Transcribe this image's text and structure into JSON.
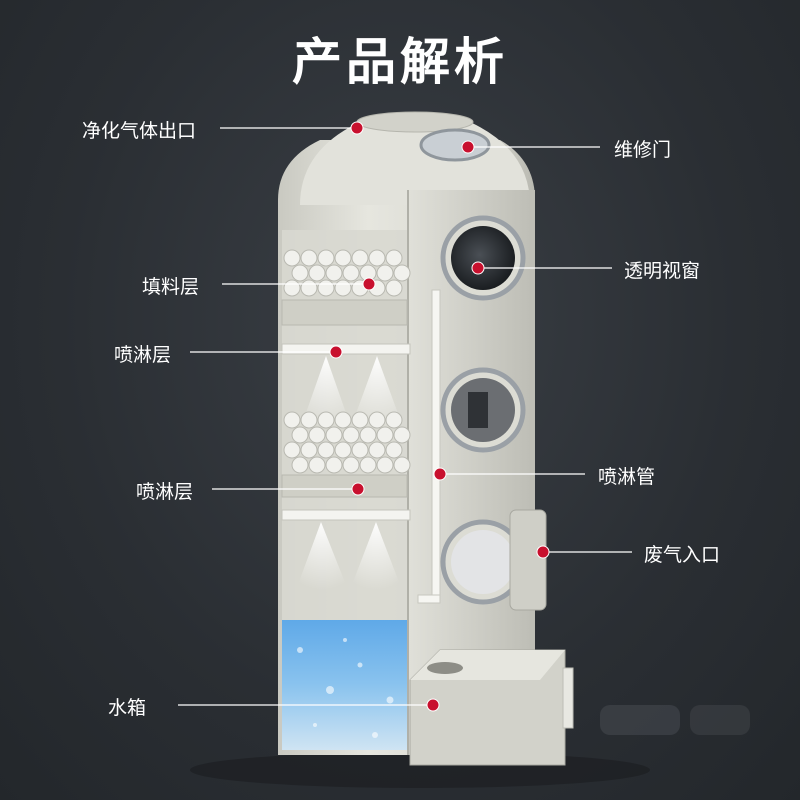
{
  "title": "产品解析",
  "labels": {
    "clean_gas_outlet": "净化气体出口",
    "maintenance_door": "维修门",
    "packing_layer": "填料层",
    "transparent_window": "透明视窗",
    "spray_layer_1": "喷淋层",
    "spray_layer_2": "喷淋层",
    "spray_pipe": "喷淋管",
    "exhaust_inlet": "废气入口",
    "water_tank": "水箱"
  },
  "colors": {
    "background": "#2a2e33",
    "tower_body": "#dcdcd4",
    "marker_red": "#c8102e",
    "water": "#7ab8e6",
    "leader_line": "#ffffff"
  }
}
